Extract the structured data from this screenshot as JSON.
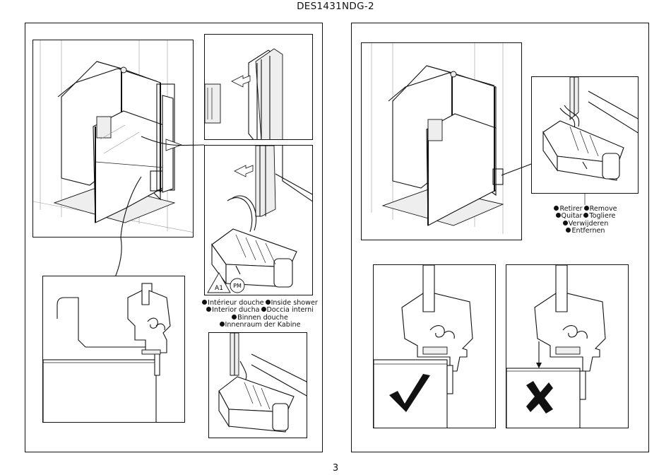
{
  "document": {
    "code": "DES1431NDG-2",
    "page_number": "3"
  },
  "left_section": {
    "step_badges": [
      "A1",
      "PM"
    ],
    "caption_lines": [
      [
        "Intérieur douche",
        "Inside shower"
      ],
      [
        "Interior ducha",
        "Doccia interni"
      ],
      [
        "Binnen douche"
      ],
      [
        "Innenraum der Kabine"
      ]
    ],
    "icons": [
      "arrow-left-icon",
      "arrow-left-icon"
    ]
  },
  "right_section": {
    "caption_lines": [
      [
        "Retirer",
        "Remove"
      ],
      [
        "Quitar",
        "Togliere"
      ],
      [
        "Verwijderen"
      ],
      [
        "Entfernen"
      ]
    ],
    "correct_icon": "checkmark-icon",
    "wrong_icon": "cross-icon"
  }
}
